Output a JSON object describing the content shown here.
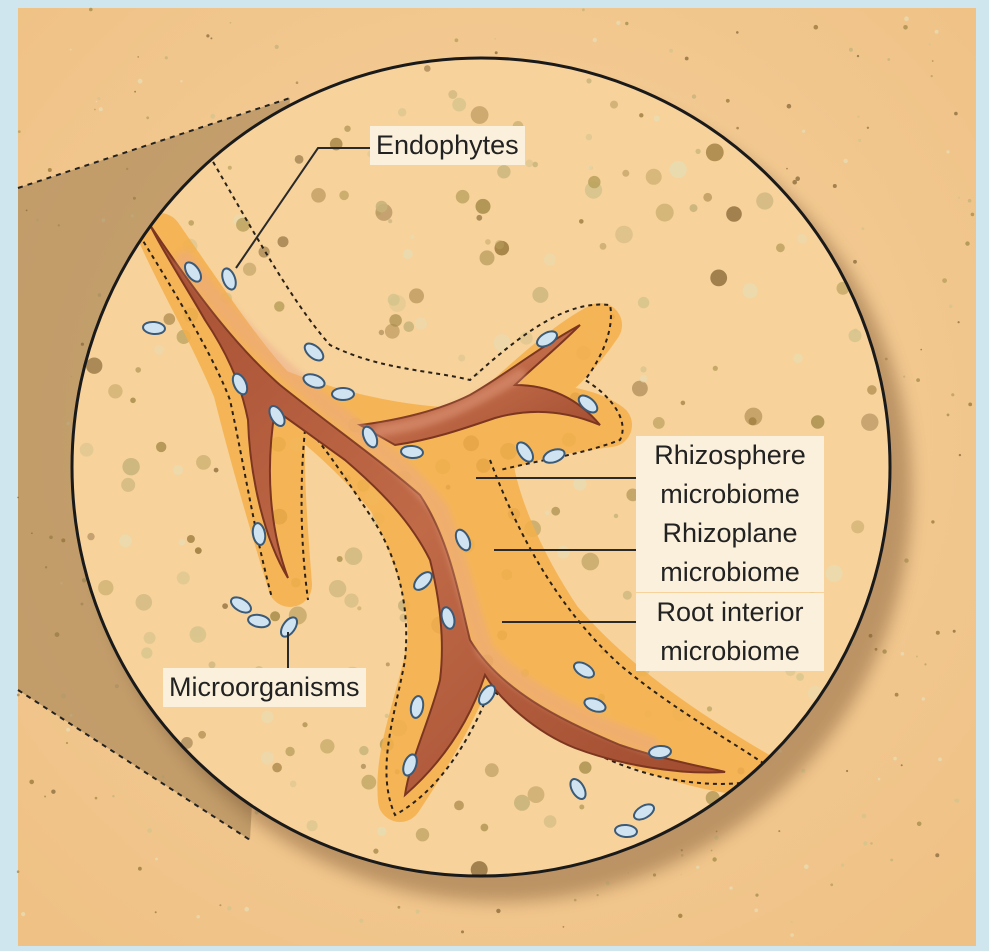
{
  "diagram": {
    "labels": {
      "endophytes": "Endophytes",
      "microorganisms": "Microorganisms",
      "rhizosphere": [
        "Rhizosphere",
        "microbiome"
      ],
      "rhizoplane": [
        "Rhizoplane",
        "microbiome"
      ],
      "root_interior": [
        "Root interior",
        "microbiome"
      ]
    },
    "colors": {
      "frame": "#cfe6ee",
      "soil": "#f3c98f",
      "circle_fill": "#f7d29b",
      "rhizosphere_halo": "#f5b04a",
      "root": "#b45a3a",
      "root_highlight": "#e9a789",
      "microbe_fill": "#cfe3f1",
      "microbe_stroke": "#3a5a78",
      "label_background": "#fbf0dc"
    }
  }
}
